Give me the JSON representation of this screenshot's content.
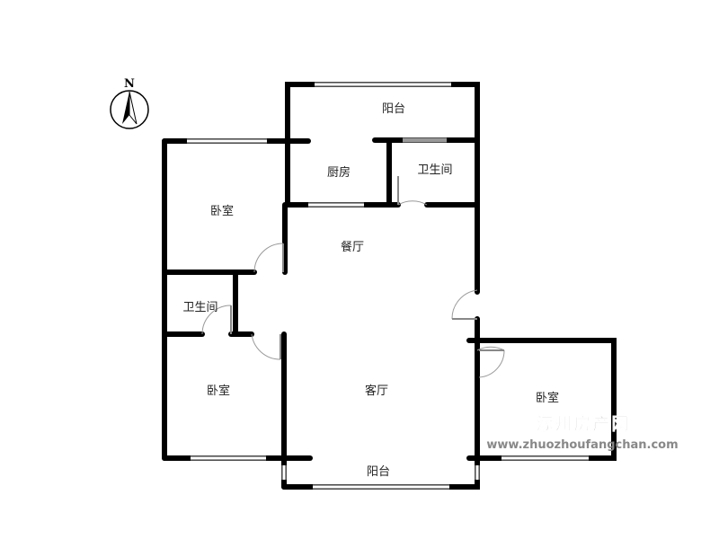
{
  "compass": {
    "north_label": "N"
  },
  "rooms": {
    "balcony_north": "阳台",
    "kitchen": "厨房",
    "bathroom_north": "卫生间",
    "bedroom_west": "卧室",
    "dining": "餐厅",
    "bathroom_west": "卫生间",
    "bedroom_southwest": "卧室",
    "living": "客厅",
    "bedroom_east": "卧室",
    "balcony_south": "阳台"
  },
  "watermark": {
    "title": "涿州房产网",
    "url": "www.zhuozhoufangchan.com"
  }
}
